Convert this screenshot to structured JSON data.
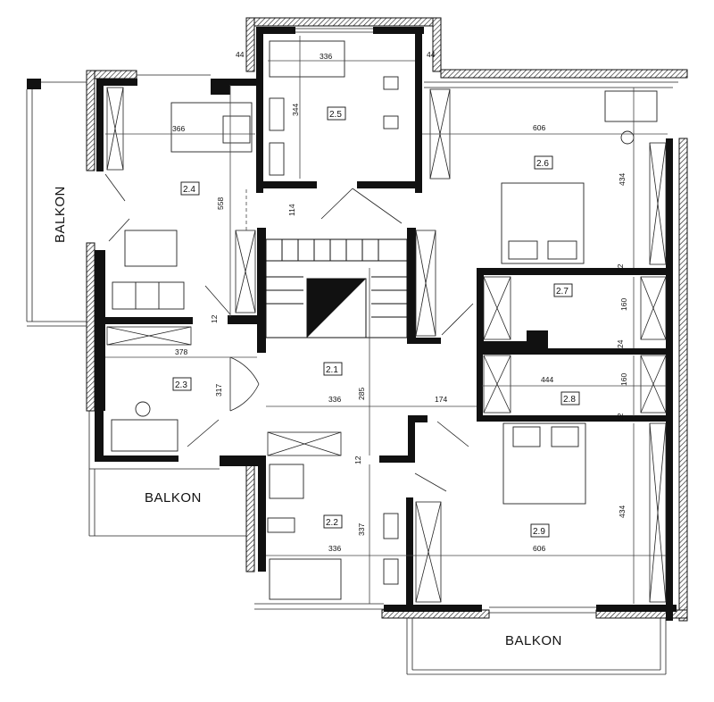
{
  "rooms": [
    {
      "id": "2.1"
    },
    {
      "id": "2.2"
    },
    {
      "id": "2.3"
    },
    {
      "id": "2.4"
    },
    {
      "id": "2.5"
    },
    {
      "id": "2.6"
    },
    {
      "id": "2.7"
    },
    {
      "id": "2.8"
    },
    {
      "id": "2.9"
    }
  ],
  "balconies": {
    "left": "BALKON",
    "bottom_left": "BALKON",
    "bottom_right": "BALKON"
  },
  "dimensions": {
    "d44_left": "44",
    "d44_right": "44",
    "d336_top": "336",
    "d344": "344",
    "d366": "366",
    "d606_top": "606",
    "d558": "558",
    "d114": "114",
    "d434_top": "434",
    "d12_a": "12",
    "d12_b": "12",
    "d12_c": "12",
    "d12_d": "12",
    "d160_a": "160",
    "d160_b": "160",
    "d24_a": "24",
    "d24_b": "24",
    "d378": "378",
    "d317": "317",
    "d336_mid": "336",
    "d285": "285",
    "d174": "174",
    "d444": "444",
    "d337": "337",
    "d336_bottom": "336",
    "d606_bottom": "606",
    "d434_bottom": "434"
  }
}
